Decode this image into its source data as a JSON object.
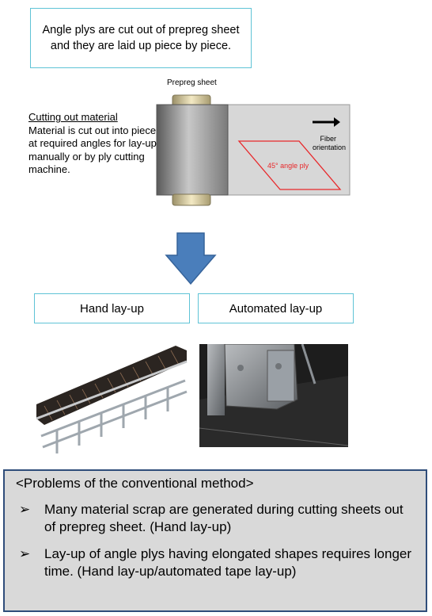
{
  "intro": {
    "text": "Angle plys are cut out of prepreg sheet and they are laid up piece by piece."
  },
  "prepreg_sheet_label": "Prepreg sheet",
  "cutting": {
    "heading": "Cutting out material",
    "body": "Material is cut out into pieces at required angles for lay-up manually or by ply cutting machine."
  },
  "fiber_orientation_label": "Fiber orientation",
  "angle_ply_label": "45° angle ply",
  "methods": {
    "hand": "Hand lay-up",
    "automated": "Automated lay-up"
  },
  "problems": {
    "title": "<Problems of the conventional method>",
    "bullet": "➢",
    "items": [
      "Many material scrap are generated during cutting sheets out of prepreg sheet. (Hand lay-up)",
      "Lay-up of angle plys having elongated shapes requires longer time. (Hand lay-up/automated tape lay-up)"
    ]
  },
  "colors": {
    "box_border": "#5fc3d6",
    "arrow_fill": "#4a7ebb",
    "cut_outline": "#e8282b",
    "problems_bg": "#d9d9d9",
    "problems_border": "#2f4d7a"
  }
}
